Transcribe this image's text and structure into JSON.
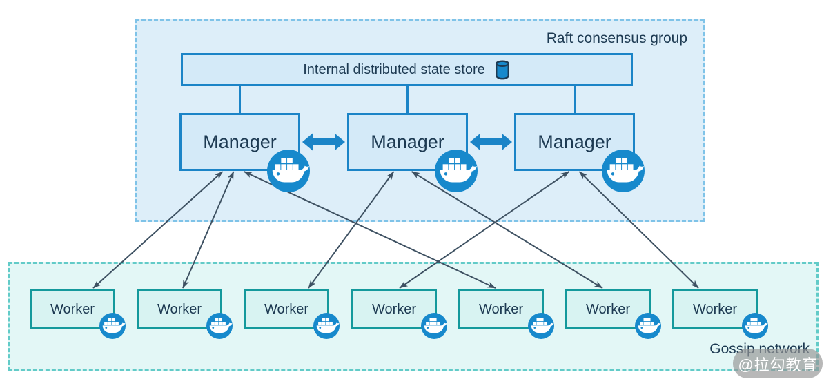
{
  "raft_group": {
    "label": "Raft consensus group"
  },
  "state_store": {
    "label": "Internal distributed state store",
    "icon": "database-icon"
  },
  "managers": [
    {
      "label": "Manager",
      "icon": "docker-whale-icon"
    },
    {
      "label": "Manager",
      "icon": "docker-whale-icon"
    },
    {
      "label": "Manager",
      "icon": "docker-whale-icon"
    }
  ],
  "gossip_group": {
    "label": "Gossip network"
  },
  "workers": [
    {
      "label": "Worker",
      "icon": "docker-whale-icon"
    },
    {
      "label": "Worker",
      "icon": "docker-whale-icon"
    },
    {
      "label": "Worker",
      "icon": "docker-whale-icon"
    },
    {
      "label": "Worker",
      "icon": "docker-whale-icon"
    },
    {
      "label": "Worker",
      "icon": "docker-whale-icon"
    },
    {
      "label": "Worker",
      "icon": "docker-whale-icon"
    },
    {
      "label": "Worker",
      "icon": "docker-whale-icon"
    }
  ],
  "watermark": {
    "label": "@拉勾教育"
  },
  "connections": {
    "store_to_managers": [
      0,
      1,
      2
    ],
    "manager_peering": [
      [
        0,
        1
      ],
      [
        1,
        2
      ]
    ],
    "manager_to_worker": [
      {
        "manager": 0,
        "worker": 0
      },
      {
        "manager": 0,
        "worker": 1
      },
      {
        "manager": 0,
        "worker": 4
      },
      {
        "manager": 1,
        "worker": 2
      },
      {
        "manager": 1,
        "worker": 5
      },
      {
        "manager": 2,
        "worker": 3
      },
      {
        "manager": 2,
        "worker": 6
      }
    ]
  },
  "colors": {
    "raft_fill": "#ddeef9",
    "raft_border": "#7fc3e8",
    "gossip_fill": "#e3f7f6",
    "gossip_border": "#62cbc8",
    "node_fill": "#d4eaf8",
    "node_border": "#1b84c7",
    "worker_fill": "#d8f3f2",
    "worker_border": "#14999c",
    "docker_blue": "#1789cc",
    "text_navy": "#1d3a52",
    "arrow_dark": "#3e5162",
    "watermark_bg": "rgba(150,150,150,0.68)"
  }
}
